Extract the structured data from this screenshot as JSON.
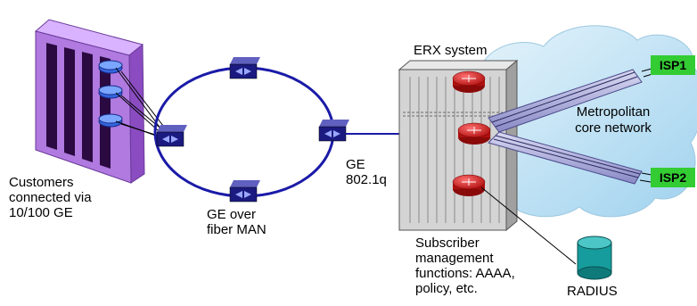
{
  "labels": {
    "customers": "Customers\nconnected via\n10/100 GE",
    "ge_over_fiber": "GE over\nfiber MAN",
    "ge_8021q": "GE\n802.1q",
    "erx_system": "ERX system",
    "subscriber": "Subscriber\nmanagement\nfunctions: AAAA,\npolicy, etc.",
    "radius": "RADIUS",
    "metro_core": "Metropolitan\ncore network",
    "isp1": "ISP1",
    "isp2": "ISP2"
  },
  "colors": {
    "building": "#b07ae0",
    "ring": "#1a1aa8",
    "switch": "#1a1a80",
    "router": "#d42a2a",
    "cloud": "#c8e6f5",
    "isp": "#33cc33",
    "radius_db": "#169c9c"
  }
}
